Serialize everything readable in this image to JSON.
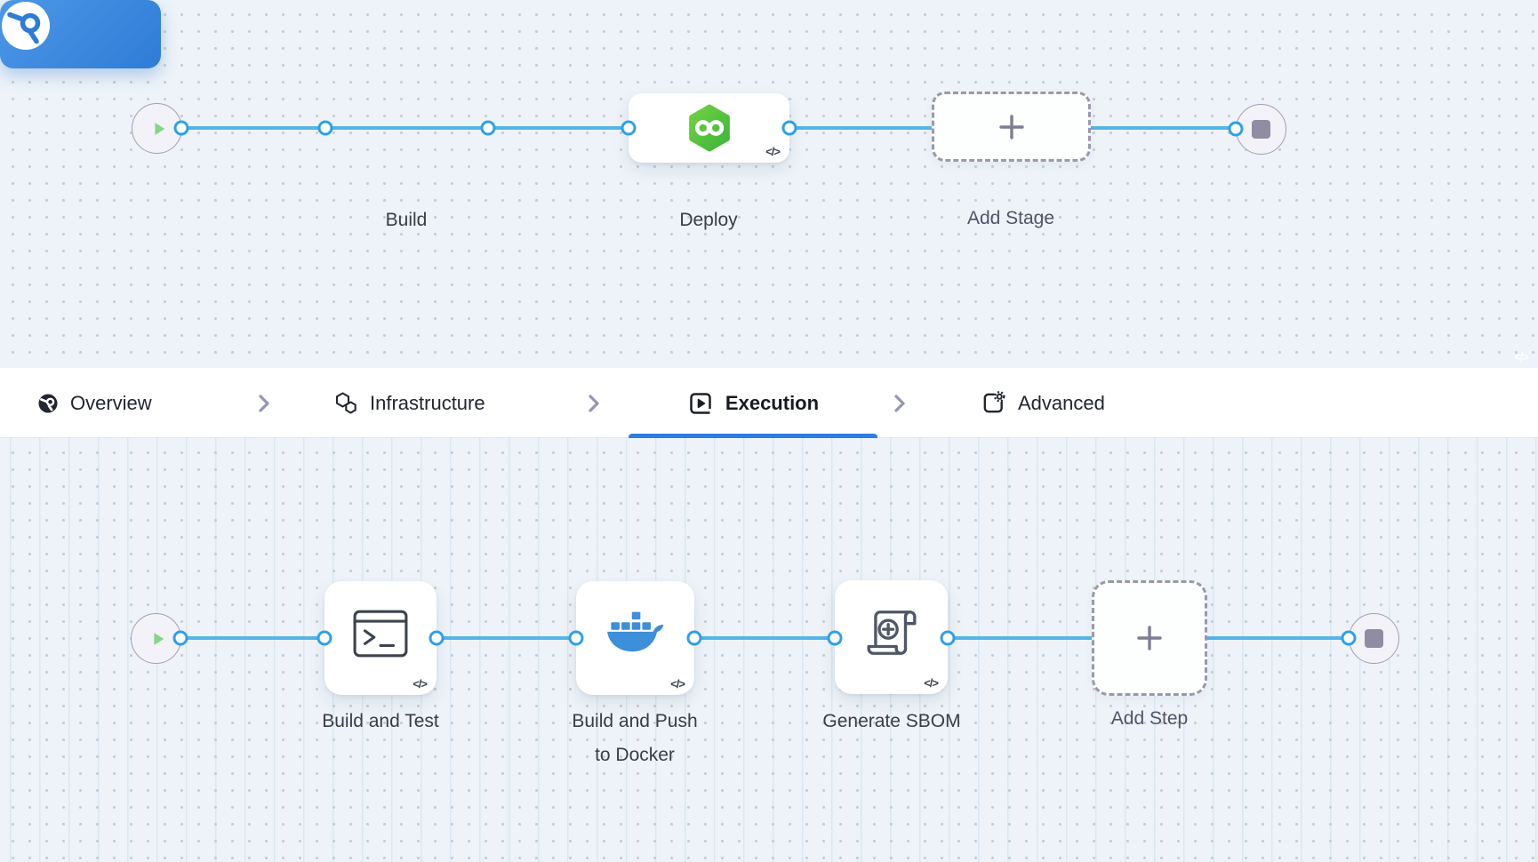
{
  "colors": {
    "canvas_bg": "#edf3f8",
    "connector_line": "#55b4ea",
    "connector_dot_ring": "#2fa0e6",
    "build_stage_gradient_start": "#4d97e8",
    "build_stage_gradient_end": "#2e7cd6",
    "harness_cd_green": "#52c13c",
    "docker_blue": "#3e8fda",
    "active_tab_underline": "#2e7ce0",
    "start_node_play_green": "#85d587",
    "end_node_stop_gray": "#8f8ca4"
  },
  "stage_pipeline": {
    "start_icon": "play-icon",
    "end_icon": "stop-icon",
    "stages": [
      {
        "id": "build",
        "label": "Build",
        "icon": "ci-build-icon",
        "code_badge": "</>"
      },
      {
        "id": "deploy",
        "label": "Deploy",
        "icon": "cd-hexagon-infinity-icon",
        "code_badge": "</>"
      },
      {
        "id": "add-stage",
        "label": "Add Stage",
        "icon": "plus-icon"
      }
    ]
  },
  "tab_bar": {
    "separator_icon": "chevron-right-icon",
    "tabs": [
      {
        "id": "overview",
        "label": "Overview",
        "icon": "ci-overview-icon",
        "active": false
      },
      {
        "id": "infrastructure",
        "label": "Infrastructure",
        "icon": "hexagons-icon",
        "active": false
      },
      {
        "id": "execution",
        "label": "Execution",
        "icon": "play-square-icon",
        "active": true
      },
      {
        "id": "advanced",
        "label": "Advanced",
        "icon": "template-gear-icon",
        "active": false
      }
    ]
  },
  "step_pipeline": {
    "start_icon": "play-icon",
    "end_icon": "stop-icon",
    "steps": [
      {
        "id": "build-and-test",
        "label": "Build and Test",
        "icon": "terminal-icon",
        "code_badge": "</>"
      },
      {
        "id": "build-and-push-to-docker",
        "label_line1": "Build and Push",
        "label_line2": "to Docker",
        "icon": "docker-icon",
        "code_badge": "</>"
      },
      {
        "id": "generate-sbom",
        "label": "Generate SBOM",
        "icon": "sbom-scroll-icon",
        "code_badge": "</>"
      },
      {
        "id": "add-step",
        "label": "Add Step",
        "icon": "plus-icon"
      }
    ]
  }
}
